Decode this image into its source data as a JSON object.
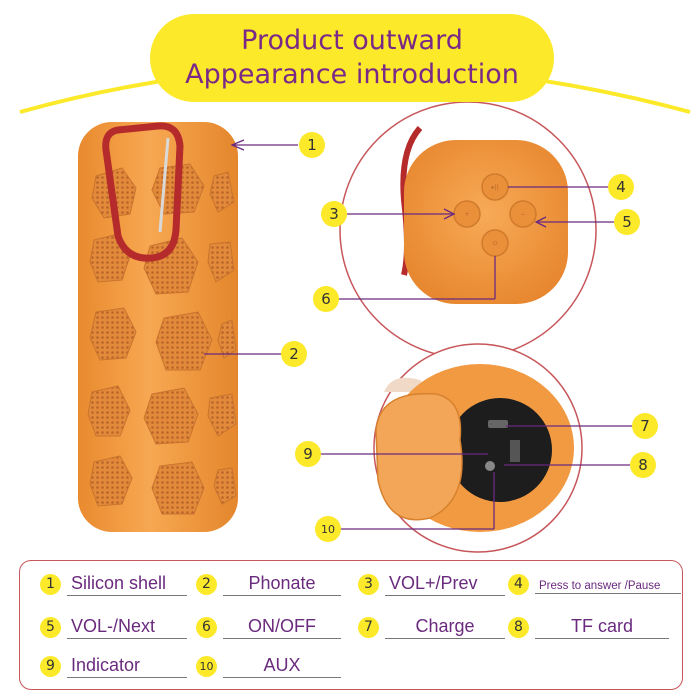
{
  "title": {
    "line1": "Product outward",
    "line2": "Appearance introduction"
  },
  "callouts": [
    "1",
    "2",
    "3",
    "4",
    "5",
    "6",
    "7",
    "8",
    "9",
    "10"
  ],
  "legend": [
    {
      "num": "1",
      "label": "Silicon shell"
    },
    {
      "num": "2",
      "label": "Phonate"
    },
    {
      "num": "3",
      "label": "VOL+/Prev"
    },
    {
      "num": "4",
      "label": "Press to answer /Pause"
    },
    {
      "num": "5",
      "label": "VOL-/Next"
    },
    {
      "num": "6",
      "label": "ON/OFF"
    },
    {
      "num": "7",
      "label": "Charge"
    },
    {
      "num": "8",
      "label": "TF card"
    },
    {
      "num": "9",
      "label": "Indicator"
    },
    {
      "num": "10",
      "label": "AUX"
    }
  ],
  "colors": {
    "accent_yellow": "#fbe92a",
    "label_purple": "#6a2a7e",
    "speaker_orange": "#f5a04a",
    "carabiner_red": "#b52a2a",
    "border_red": "#c6565a"
  }
}
